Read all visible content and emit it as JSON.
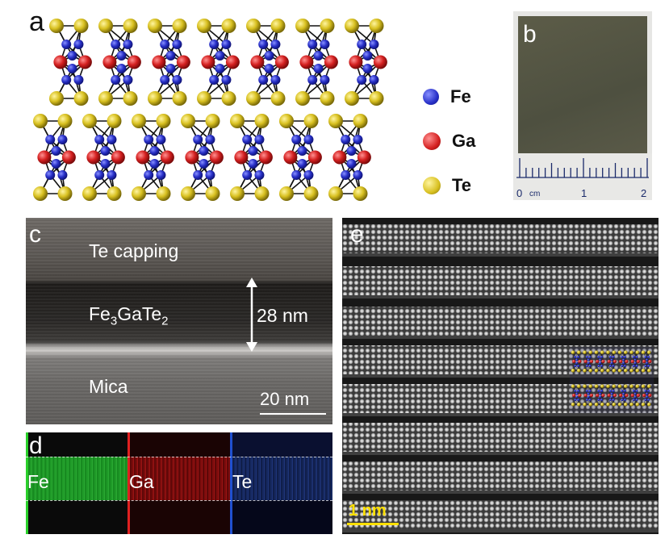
{
  "panels": {
    "a": {
      "letter": "a"
    },
    "b": {
      "letter": "b",
      "ruler": {
        "unit": "cm",
        "tick_labels": [
          "0",
          "1",
          "2"
        ]
      }
    },
    "c": {
      "letter": "c",
      "layers": [
        "Te capping",
        "Mica"
      ],
      "thickness": "28 nm",
      "scale_bar": "20 nm"
    },
    "d": {
      "letter": "d",
      "elements": [
        "Fe",
        "Ga",
        "Te"
      ]
    },
    "e": {
      "letter": "e",
      "scale_bar": "1 nm"
    }
  },
  "legend": [
    {
      "label": "Fe",
      "color": "#2830c8"
    },
    {
      "label": "Ga",
      "color": "#d42020"
    },
    {
      "label": "Te",
      "color": "#d8c020"
    }
  ],
  "colors": {
    "fe": "#2830c8",
    "ga": "#d42020",
    "te": "#d8c020",
    "eds_fe": "#1ea01e",
    "eds_ga": "#b01010",
    "eds_te": "#1e3a9a",
    "scale_bar_e": "#ffe000"
  }
}
